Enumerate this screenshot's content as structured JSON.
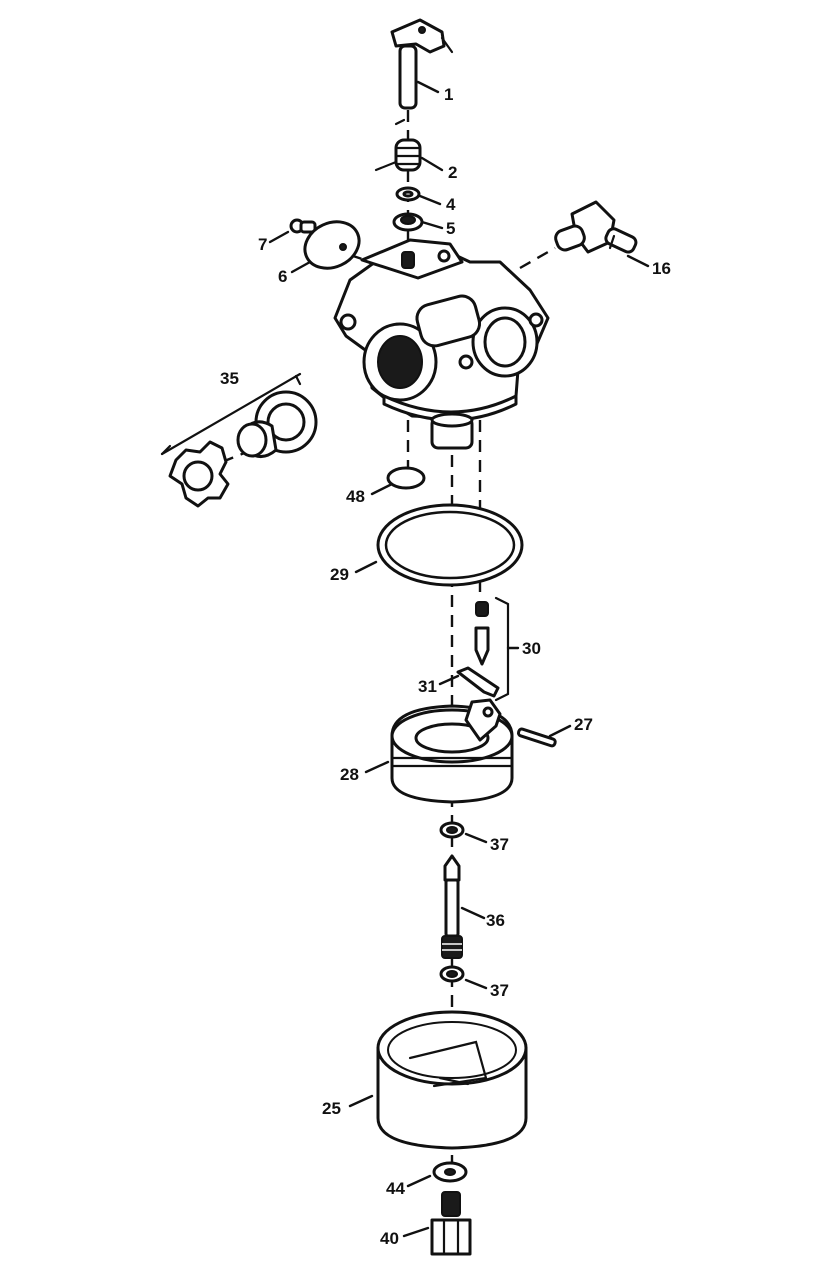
{
  "diagram": {
    "labels": {
      "p1": "1",
      "p2": "2",
      "p4": "4",
      "p5": "5",
      "p6": "6",
      "p7": "7",
      "p16": "16",
      "p35": "35",
      "p48": "48",
      "p29": "29",
      "p30": "30",
      "p31": "31",
      "p27": "27",
      "p28": "28",
      "p37a": "37",
      "p36": "36",
      "p37b": "37",
      "p25": "25",
      "p44": "44",
      "p40": "40"
    }
  }
}
